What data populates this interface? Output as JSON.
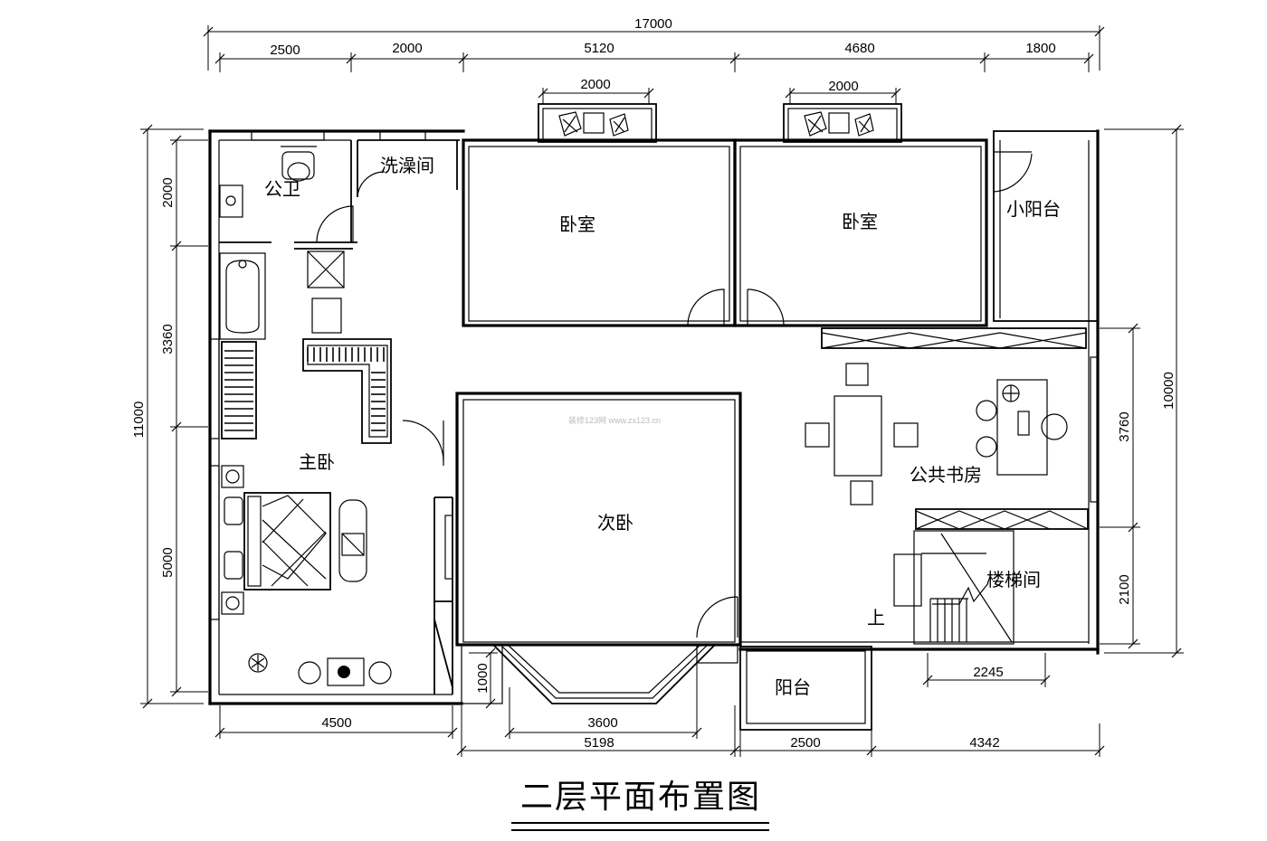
{
  "title": "二层平面布置图",
  "rooms": {
    "public_wc": "公卫",
    "shower": "洗澡间",
    "bedroom_1": "卧室",
    "bedroom_2": "卧室",
    "small_balcony": "小阳台",
    "master_bedroom": "主卧",
    "second_bedroom": "次卧",
    "study": "公共书房",
    "stairwell": "楼梯间",
    "stair_up": "上",
    "balcony": "阳台"
  },
  "dimensions": {
    "top_total": "17000",
    "top_1": "2500",
    "top_2": "2000",
    "top_3": "5120",
    "top_4": "4680",
    "top_5": "1800",
    "bay_window_1": "2000",
    "bay_window_2": "2000",
    "left_total": "11000",
    "left_1": "2000",
    "left_2": "3360",
    "left_3": "5000",
    "right_total": "10000",
    "right_1": "3760",
    "right_2": "2100",
    "bottom_1": "4500",
    "bottom_bay": "3600",
    "bottom_2": "5198",
    "bottom_3": "2500",
    "bottom_4": "4342",
    "stair_width": "2245",
    "small_step": "1000"
  },
  "watermark": "装修123网  www.zx123.cn"
}
